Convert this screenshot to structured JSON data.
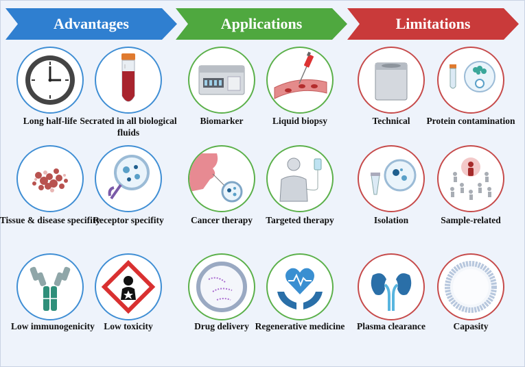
{
  "banners": [
    {
      "title": "Advantages",
      "color": "#2f7fd0"
    },
    {
      "title": "Applications",
      "color": "#4fa83f"
    },
    {
      "title": "Limitations",
      "color": "#c93a3a"
    }
  ],
  "advantages": [
    {
      "label": "Long half-life",
      "icon": "clock-icon"
    },
    {
      "label": "Secrated in all biological fluids",
      "icon": "test-tube-icon"
    },
    {
      "label": "Tissue & disease specifity",
      "icon": "cell-cluster-icon"
    },
    {
      "label": "Receptor specifity",
      "icon": "magnifier-vesicle-icon"
    },
    {
      "label": "Low immunogenicity",
      "icon": "antibody-icon"
    },
    {
      "label": "Low toxicity",
      "icon": "health-hazard-icon"
    }
  ],
  "applications": [
    {
      "label": "Biomarker",
      "icon": "lab-instrument-icon"
    },
    {
      "label": "Liquid biopsy",
      "icon": "blood-vessel-syringe-icon"
    },
    {
      "label": "Cancer therapy",
      "icon": "tumor-vesicle-icon"
    },
    {
      "label": "Targeted therapy",
      "icon": "patient-iv-icon"
    },
    {
      "label": "Drug delivery",
      "icon": "liposome-icon"
    },
    {
      "label": "Regenerative medicine",
      "icon": "heart-hands-icon"
    }
  ],
  "limitations": [
    {
      "label": "Technical",
      "icon": "centrifuge-icon"
    },
    {
      "label": "Protein contamination",
      "icon": "tube-protein-icon"
    },
    {
      "label": "Isolation",
      "icon": "tube-vesicle-icon"
    },
    {
      "label": "Sample-related",
      "icon": "population-icon"
    },
    {
      "label": "Plasma clearance",
      "icon": "kidneys-icon"
    },
    {
      "label": "Capasity",
      "icon": "vesicle-membrane-icon"
    }
  ],
  "colors": {
    "blue_ring": "#3f8ed4",
    "green_ring": "#5bb04a",
    "red_ring": "#c64a4a"
  }
}
